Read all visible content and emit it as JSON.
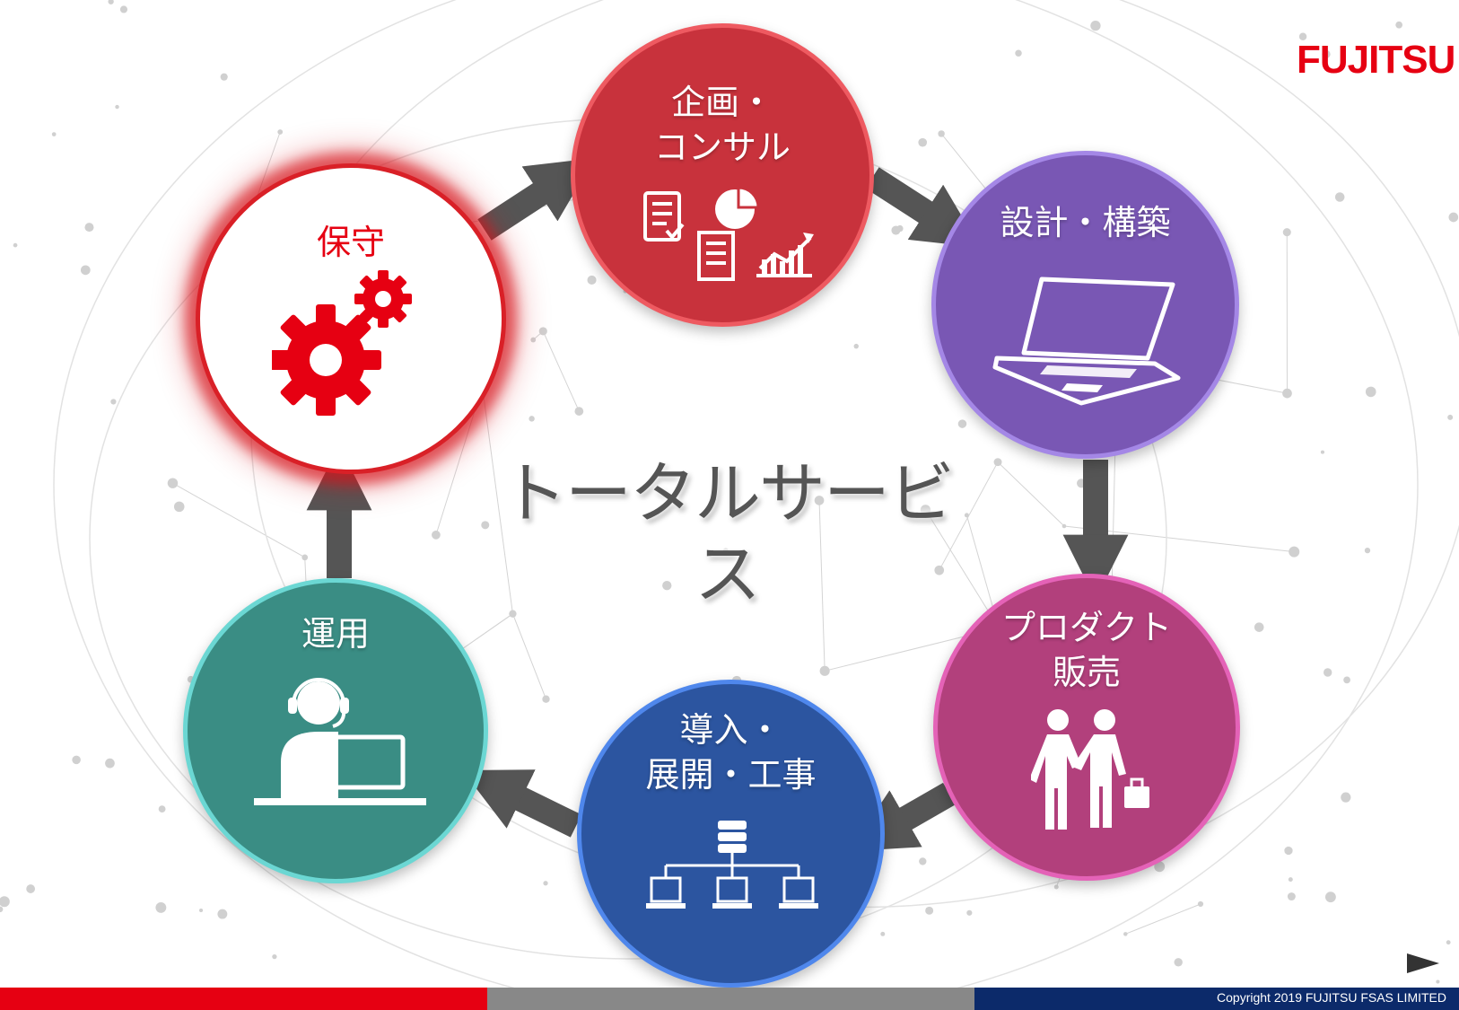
{
  "center_title": "トータルサービス",
  "logo": {
    "text": "FUJITSU",
    "color": "#e60012"
  },
  "footer": {
    "copyright": "Copyright 2019 FUJITSU FSAS LIMITED",
    "bar_colors": [
      "#e60012",
      "#888888",
      "#0c2a6a"
    ]
  },
  "cycle": [
    {
      "id": "plan",
      "label_lines": [
        "企画・",
        "コンサル"
      ],
      "icon": "documents-chart-icon",
      "color": "#c8323c"
    },
    {
      "id": "design",
      "label_lines": [
        "設計・構築"
      ],
      "icon": "laptop-icon",
      "color": "#7957b4"
    },
    {
      "id": "product",
      "label_lines": [
        "プロダクト",
        "販売"
      ],
      "icon": "handshake-icon",
      "color": "#b2407c"
    },
    {
      "id": "deploy",
      "label_lines": [
        "導入・",
        "展開・工事"
      ],
      "icon": "network-icon",
      "color": "#2c55a0"
    },
    {
      "id": "ops",
      "label_lines": [
        "運用"
      ],
      "icon": "operator-icon",
      "color": "#3a8d84"
    },
    {
      "id": "maint",
      "label_lines": [
        "保守"
      ],
      "icon": "gears-icon",
      "color": "#e60012",
      "highlighted": true
    }
  ],
  "flow": [
    "plan",
    "design",
    "product",
    "deploy",
    "ops",
    "maint",
    "plan"
  ],
  "arrow_color": "#555555"
}
